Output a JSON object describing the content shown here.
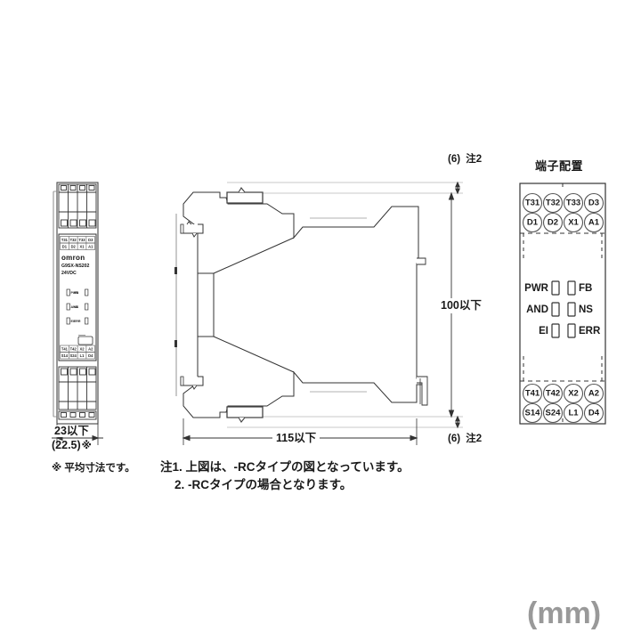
{
  "page": {
    "background": "#ffffff",
    "line_color": "#333333",
    "unit_note": "(mm)",
    "unit_note_color": "#999999"
  },
  "front_view": {
    "name": "front-view",
    "brand": "omron",
    "model": "G9SX-NS202",
    "voltage": "24VDC",
    "top_terminals_row1": [
      "T31",
      "T32",
      "T33",
      "D3"
    ],
    "top_terminals_row2": [
      "D1",
      "D2",
      "X1",
      "A1"
    ],
    "bottom_terminals_row1": [
      "T41",
      "T42",
      "X2",
      "A2"
    ],
    "bottom_terminals_row2": [
      "S14",
      "S24",
      "L1",
      "D4"
    ],
    "leds_left": [
      "PWR",
      "AND",
      "EI"
    ],
    "leds_right": [
      "FB",
      "NS",
      "ERR"
    ],
    "width_dim": "23以下",
    "width_dim_avg": "(22.5)",
    "avg_marker": "※"
  },
  "side_view": {
    "name": "side-view",
    "length_dim": "115以下",
    "height_dim": "100以下",
    "top_gap_dim": "(6)",
    "top_gap_note_ref": "注2",
    "bottom_gap_dim": "(6)",
    "bottom_gap_note_ref": "注2"
  },
  "terminal_arrangement": {
    "title": "端子配置",
    "top_row1": [
      "T31",
      "T32",
      "T33",
      "D3"
    ],
    "top_row2": [
      "D1",
      "D2",
      "X1",
      "A1"
    ],
    "bottom_row1": [
      "T41",
      "T42",
      "X2",
      "A2"
    ],
    "bottom_row2": [
      "S14",
      "S24",
      "L1",
      "D4"
    ],
    "leds": [
      {
        "left": "PWR",
        "right": "FB"
      },
      {
        "left": "AND",
        "right": "NS"
      },
      {
        "left": "EI",
        "right": "ERR"
      }
    ]
  },
  "notes": {
    "asterisk_note": "※ 平均寸法です。",
    "note_line_1": "注1. 上図は、-RCタイプの図となっています。",
    "note_line_2": "2. -RCタイプの場合となります。"
  }
}
